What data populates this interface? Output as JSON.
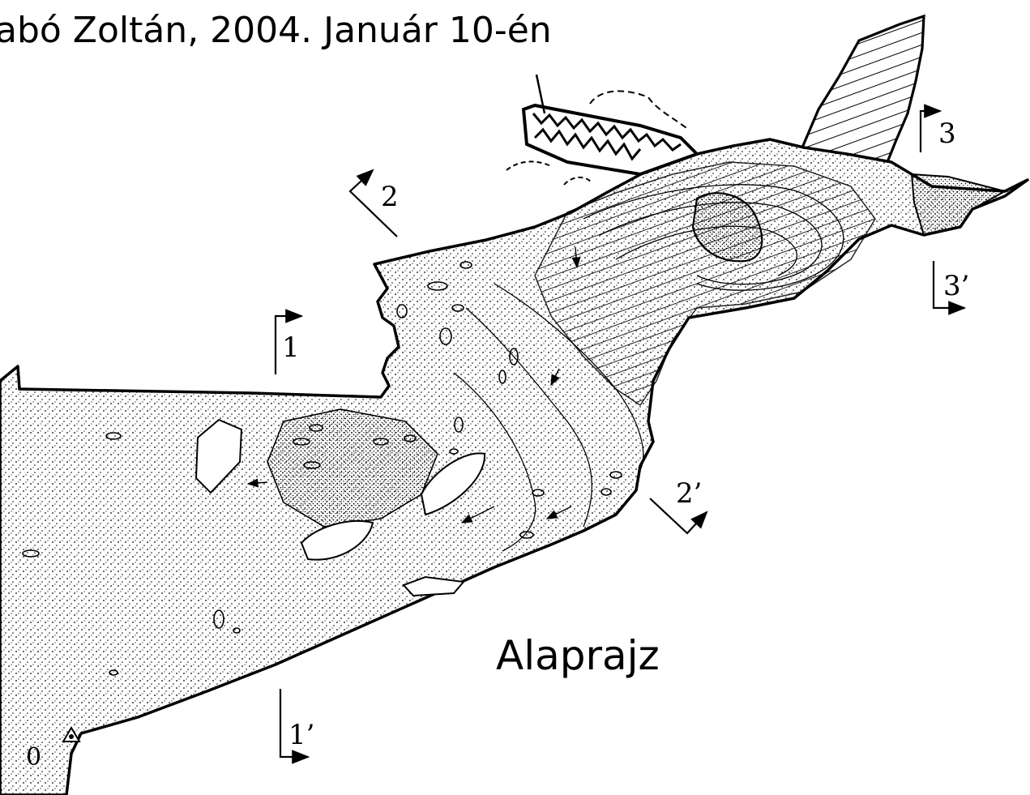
{
  "header": {
    "text": "abó Zoltán, 2004. Január 10-én"
  },
  "map": {
    "title": "Alaprajz",
    "origin_label": "0",
    "sections": [
      {
        "id": "1",
        "start": "1",
        "end": "1’"
      },
      {
        "id": "2",
        "start": "2",
        "end": "2’"
      },
      {
        "id": "3",
        "start": "3",
        "end": "3’"
      }
    ]
  },
  "colors": {
    "ink": "#000000",
    "paper": "#ffffff"
  }
}
